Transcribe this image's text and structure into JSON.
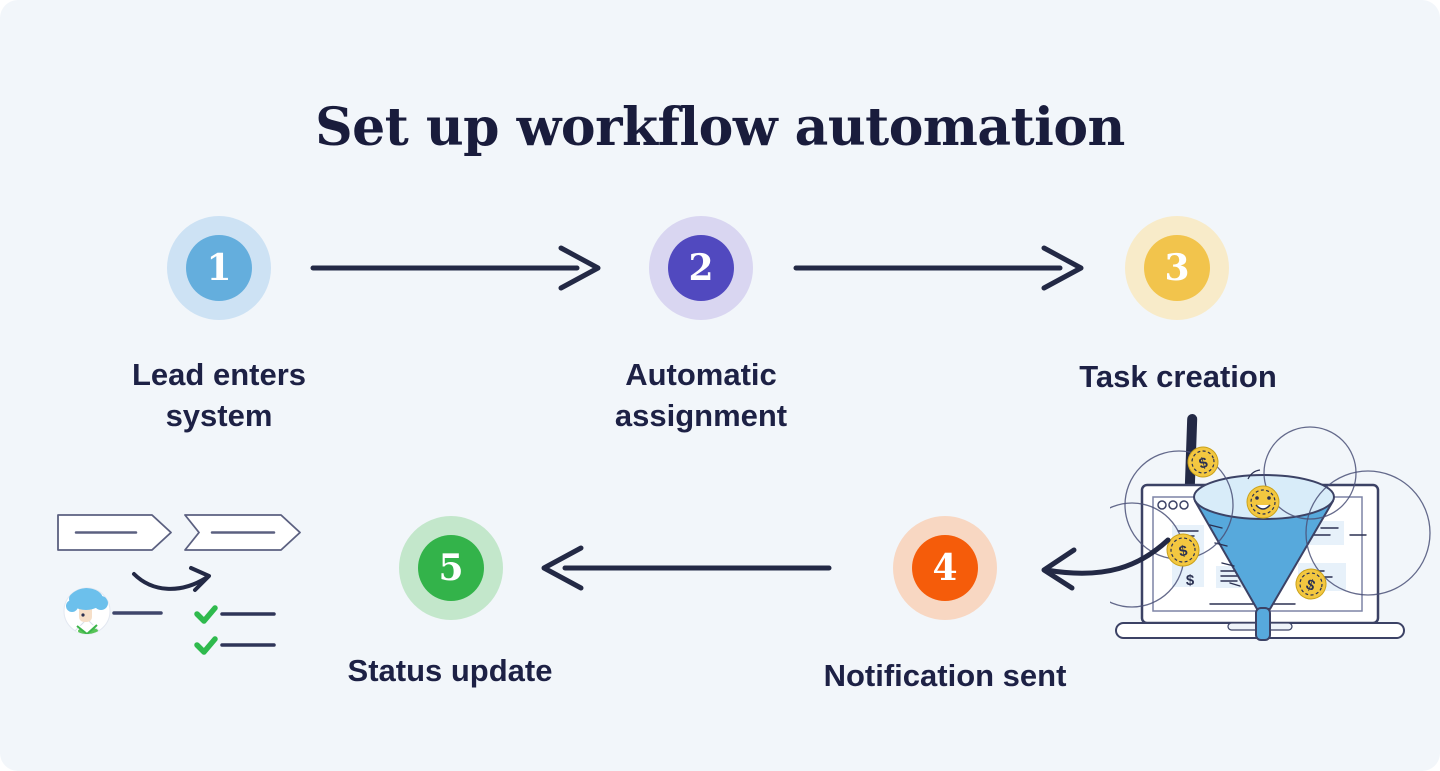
{
  "title": "Set up workflow automation",
  "steps": [
    {
      "number": "1",
      "label": "Lead enters\nsystem",
      "inner_color": "#64aedd",
      "outer_color": "#cde2f4"
    },
    {
      "number": "2",
      "label": "Automatic\nassignment",
      "inner_color": "#5149bf",
      "outer_color": "#d9d6f1"
    },
    {
      "number": "3",
      "label": "Task creation",
      "inner_color": "#f2c44c",
      "outer_color": "#f8ebc9"
    },
    {
      "number": "4",
      "label": "Notification sent",
      "inner_color": "#f55c0a",
      "outer_color": "#f8d7c2"
    },
    {
      "number": "5",
      "label": "Status update",
      "inner_color": "#33b34a",
      "outer_color": "#c3e7cb"
    }
  ],
  "colors": {
    "background": "#f2f6fa",
    "title_text": "#191c3c",
    "label_text": "#1d2145",
    "arrow": "#232945",
    "check": "#2fba4d",
    "funnel": "#57a9dc",
    "funnel_mouth": "#d8ecf9",
    "coin": "#f3c740",
    "outline": "#3c4265",
    "panel": "#e7f1fa"
  },
  "illustration": {
    "coin_symbol": "$",
    "left_name": "workflow-chevrons-checklist",
    "right_name": "laptop-lead-funnel-coins"
  }
}
